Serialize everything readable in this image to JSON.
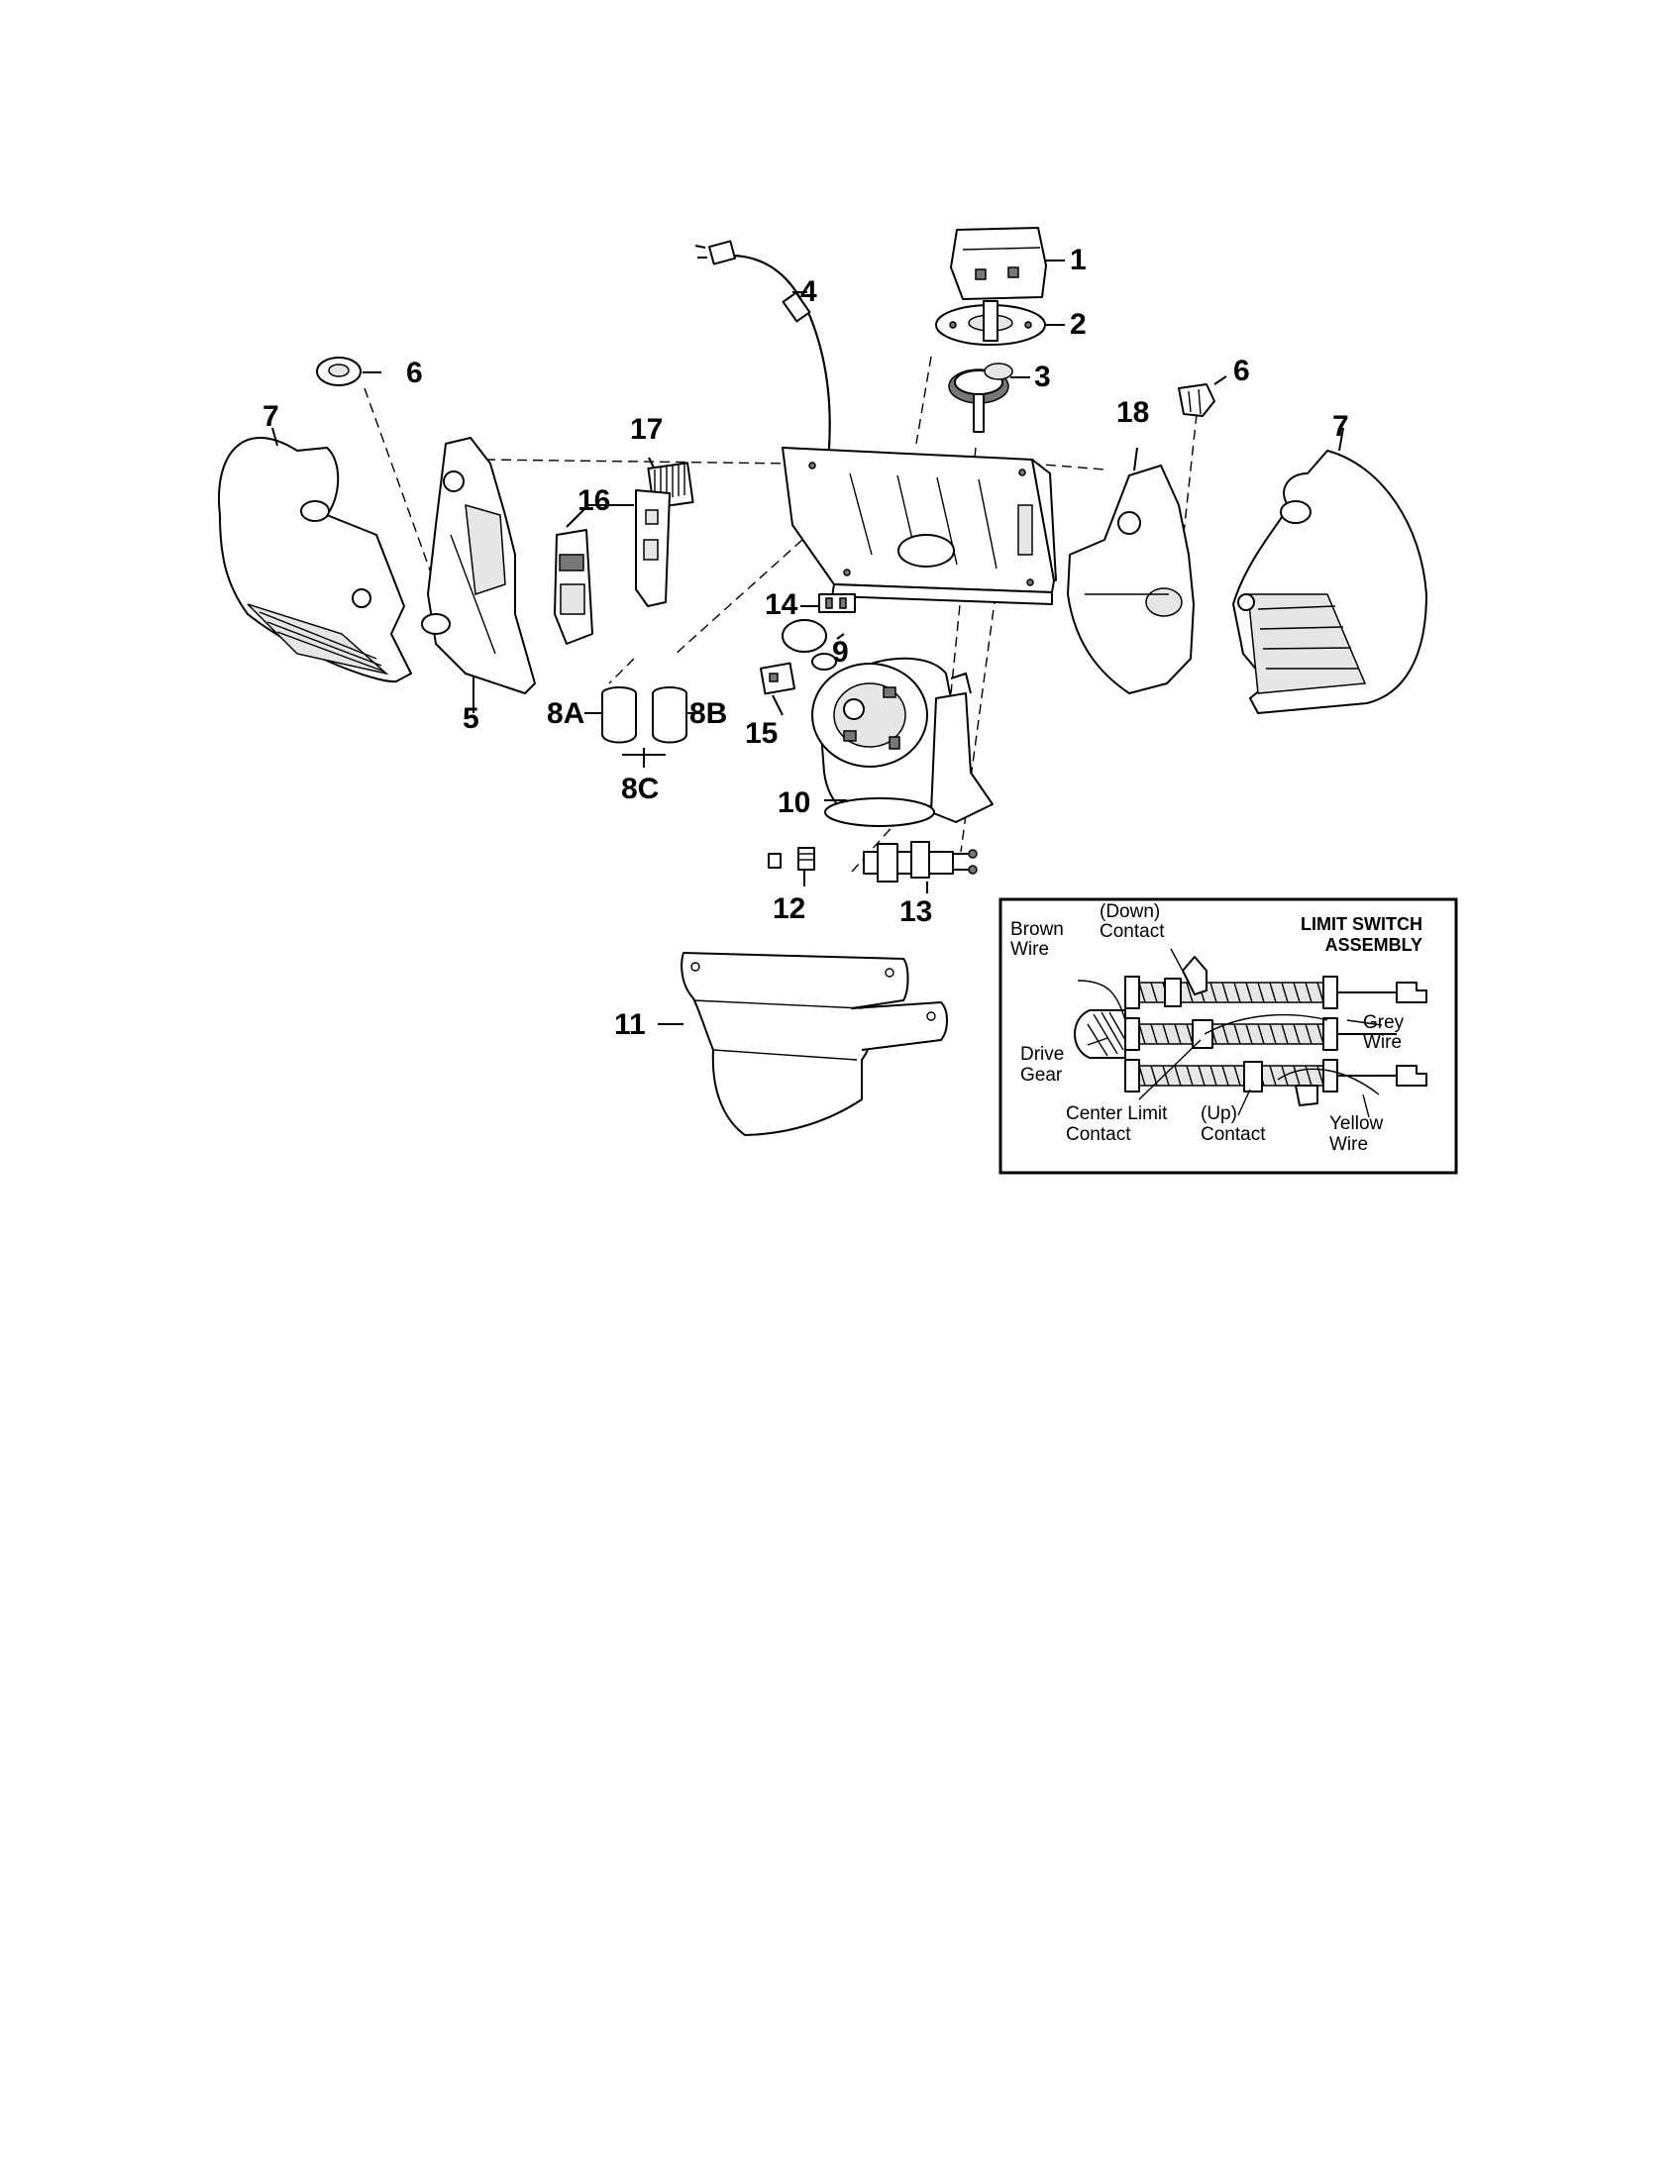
{
  "callouts": [
    {
      "id": "c1",
      "label": "1"
    },
    {
      "id": "c2",
      "label": "2"
    },
    {
      "id": "c3",
      "label": "3"
    },
    {
      "id": "c4",
      "label": "4"
    },
    {
      "id": "c6l",
      "label": "6"
    },
    {
      "id": "c6r",
      "label": "6"
    },
    {
      "id": "c7l",
      "label": "7"
    },
    {
      "id": "c7r",
      "label": "7"
    },
    {
      "id": "c17",
      "label": "17"
    },
    {
      "id": "c18",
      "label": "18"
    },
    {
      "id": "c16",
      "label": "16"
    },
    {
      "id": "c14",
      "label": "14"
    },
    {
      "id": "c9",
      "label": "9"
    },
    {
      "id": "c5",
      "label": "5"
    },
    {
      "id": "c8a",
      "label": "8A"
    },
    {
      "id": "c8b",
      "label": "8B"
    },
    {
      "id": "c8c",
      "label": "8C"
    },
    {
      "id": "c15",
      "label": "15"
    },
    {
      "id": "c10",
      "label": "10"
    },
    {
      "id": "c12",
      "label": "12"
    },
    {
      "id": "c13",
      "label": "13"
    },
    {
      "id": "c11",
      "label": "11"
    }
  ],
  "inset": {
    "title_line1": "LIMIT SWITCH",
    "title_line2": "ASSEMBLY",
    "labels": {
      "brown_1": "Brown",
      "brown_2": "Wire",
      "down_1": "(Down)",
      "down_2": "Contact",
      "grey_1": "Grey",
      "grey_2": "Wire",
      "drive_1": "Drive",
      "drive_2": "Gear",
      "center_1": "Center Limit",
      "center_2": "Contact",
      "up_1": "(Up)",
      "up_2": "Contact",
      "yellow_1": "Yellow",
      "yellow_2": "Wire"
    }
  }
}
